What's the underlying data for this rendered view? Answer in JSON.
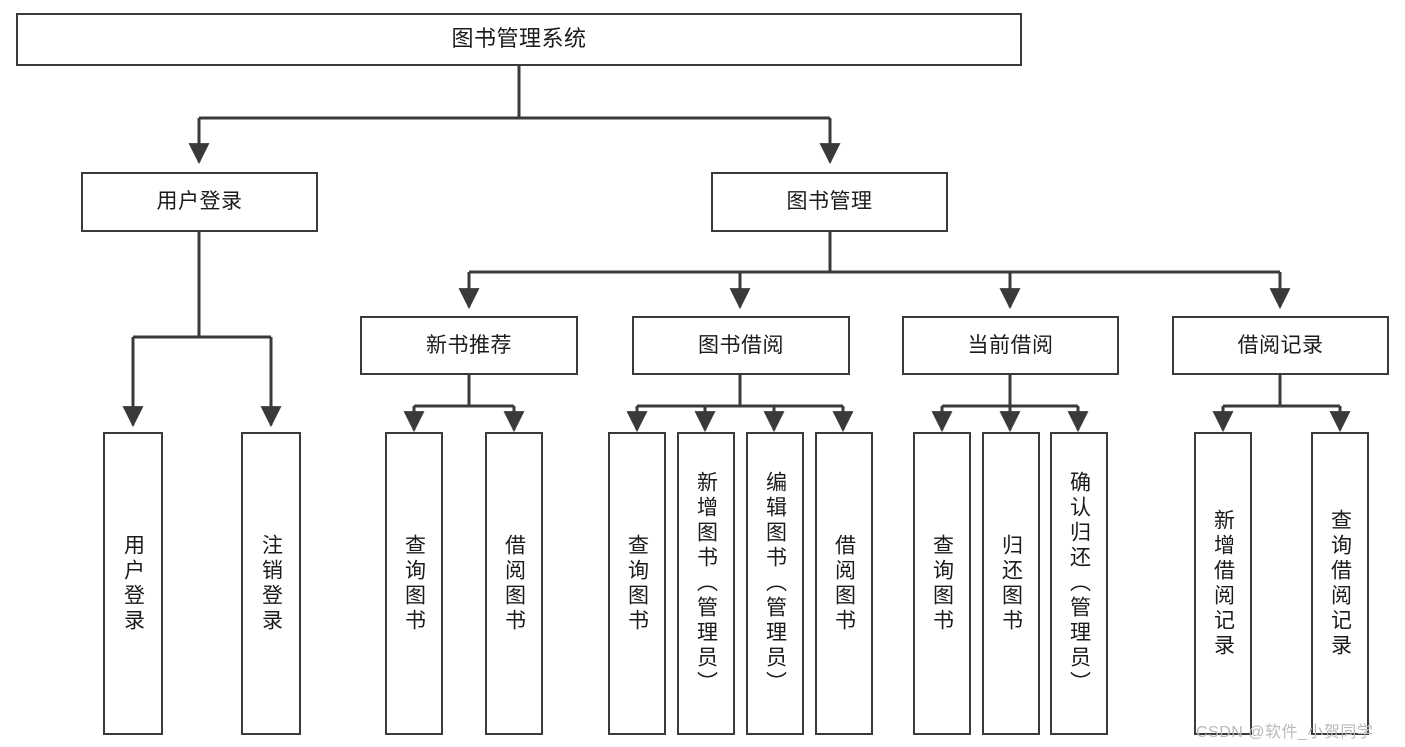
{
  "diagram": {
    "title": "图书管理系统",
    "type": "hierarchy-tree",
    "root": {
      "label": "图书管理系统"
    },
    "level2": [
      {
        "label": "用户登录"
      },
      {
        "label": "图书管理"
      }
    ],
    "level3": [
      {
        "label": "新书推荐"
      },
      {
        "label": "图书借阅"
      },
      {
        "label": "当前借阅"
      },
      {
        "label": "借阅记录"
      }
    ],
    "leaves": {
      "user_login": [
        {
          "label": "用户登录"
        },
        {
          "label": "注销登录"
        }
      ],
      "new_book_recommend": [
        {
          "label": "查询图书"
        },
        {
          "label": "借阅图书"
        }
      ],
      "book_borrow": [
        {
          "label": "查询图书"
        },
        {
          "label": "新增图书（管理员）"
        },
        {
          "label": "编辑图书（管理员）"
        },
        {
          "label": "借阅图书"
        }
      ],
      "current_borrow": [
        {
          "label": "查询图书"
        },
        {
          "label": "归还图书"
        },
        {
          "label": "确认归还（管理员）"
        }
      ],
      "borrow_record": [
        {
          "label": "新增借阅记录"
        },
        {
          "label": "查询借阅记录"
        }
      ]
    }
  },
  "watermark": {
    "text": "CSDN @软件_小贺同学"
  },
  "colors": {
    "background": "#ffffff",
    "stroke": "#3a3a3a",
    "text": "#1b1b1b",
    "watermark": "#b9b9b9"
  }
}
